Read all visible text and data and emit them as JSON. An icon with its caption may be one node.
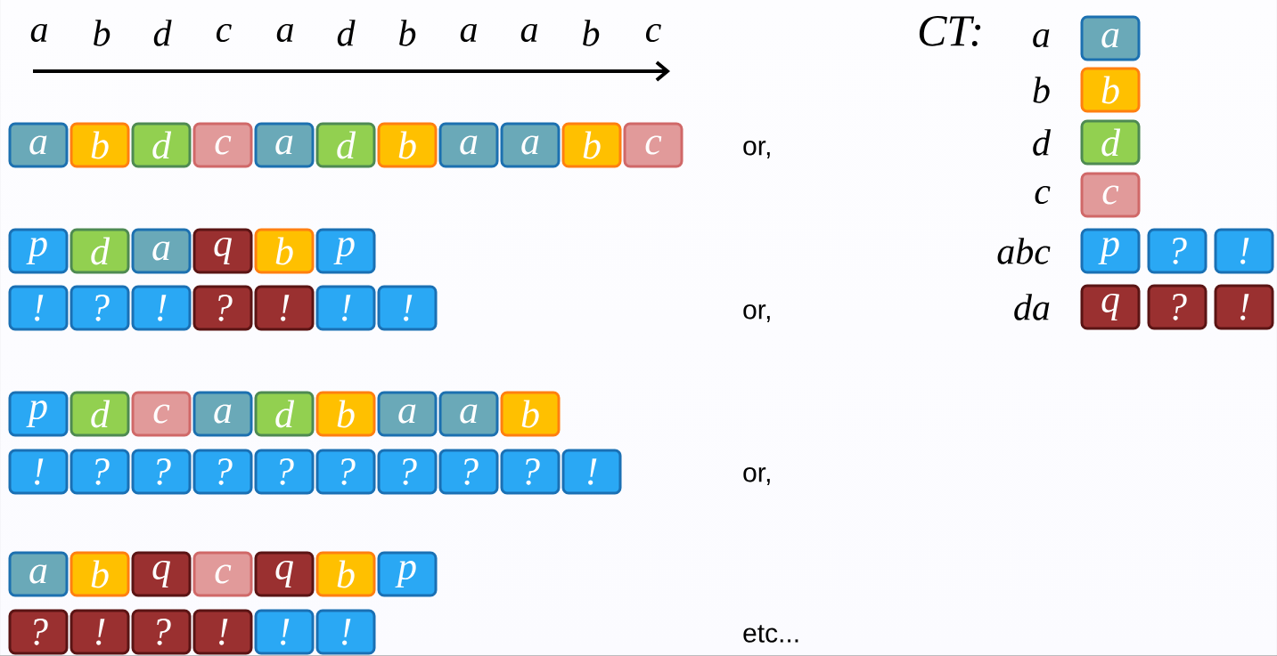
{
  "diagram": {
    "nodes": [
      {
        "text": [
          "a"
        ]
      },
      {
        "text": [
          "b"
        ]
      },
      {
        "text": [
          "d"
        ]
      },
      {
        "text": [
          "c"
        ]
      },
      {
        "text": [
          "a"
        ]
      },
      {
        "text": [
          "d"
        ]
      },
      {
        "text": [
          "b"
        ]
      },
      {
        "text": [
          "a"
        ]
      },
      {
        "text": [
          "a"
        ]
      },
      {
        "text": [
          "b"
        ]
      },
      {
        "text": [
          "c"
        ]
      },
      {
        "text": [
          "p"
        ]
      },
      {
        "text": [
          "d"
        ]
      },
      {
        "text": [
          "a"
        ]
      },
      {
        "text": [
          "q"
        ]
      },
      {
        "text": [
          "b"
        ]
      },
      {
        "text": [
          "p"
        ]
      },
      {
        "text": [
          "!"
        ]
      },
      {
        "text": [
          "?"
        ]
      },
      {
        "text": [
          "!"
        ]
      },
      {
        "text": [
          "?"
        ]
      },
      {
        "text": [
          "!"
        ]
      },
      {
        "text": [
          "!"
        ]
      },
      {
        "text": [
          "!"
        ]
      },
      {
        "text": [
          "p"
        ]
      },
      {
        "text": [
          "d"
        ]
      },
      {
        "text": [
          "c"
        ]
      },
      {
        "text": [
          "a"
        ]
      },
      {
        "text": [
          "d"
        ]
      },
      {
        "text": [
          "b"
        ]
      },
      {
        "text": [
          "a"
        ]
      },
      {
        "text": [
          "a"
        ]
      },
      {
        "text": [
          "b"
        ]
      },
      {
        "text": [
          "!"
        ]
      },
      {
        "text": [
          "?"
        ]
      },
      {
        "text": [
          "?"
        ]
      },
      {
        "text": [
          "?"
        ]
      },
      {
        "text": [
          "?"
        ]
      },
      {
        "text": [
          "?"
        ]
      },
      {
        "text": [
          "?"
        ]
      },
      {
        "text": [
          "?"
        ]
      },
      {
        "text": [
          "?"
        ]
      },
      {
        "text": [
          "!"
        ]
      },
      {
        "text": [
          "a"
        ]
      },
      {
        "text": [
          "b"
        ]
      },
      {
        "text": [
          "q"
        ]
      },
      {
        "text": [
          "c"
        ]
      },
      {
        "text": [
          "q"
        ]
      },
      {
        "text": [
          "b"
        ]
      },
      {
        "text": [
          "p"
        ]
      },
      {
        "text": [
          "?"
        ]
      },
      {
        "text": [
          "!"
        ]
      },
      {
        "text": [
          "?"
        ]
      },
      {
        "text": [
          "!"
        ]
      },
      {
        "text": [
          "!"
        ]
      },
      {
        "text": [
          "!"
        ]
      },
      {
        "text": [
          "a"
        ]
      },
      {
        "text": [
          "b"
        ]
      },
      {
        "text": [
          "d"
        ]
      },
      {
        "text": [
          "c"
        ]
      },
      {
        "text": [
          "p"
        ]
      },
      {
        "text": [
          "?"
        ]
      },
      {
        "text": [
          "!"
        ]
      },
      {
        "text": [
          "q"
        ]
      },
      {
        "text": [
          "?"
        ]
      },
      {
        "text": [
          "!"
        ]
      }
    ],
    "labels": [
      "a",
      "b",
      "d",
      "c",
      "a",
      "d",
      "b",
      "a",
      "a",
      "b",
      "c",
      "CT:",
      "a",
      "b",
      "d",
      "c",
      "abc",
      "da",
      "or,",
      "or,",
      "or,",
      "etc..."
    ]
  }
}
